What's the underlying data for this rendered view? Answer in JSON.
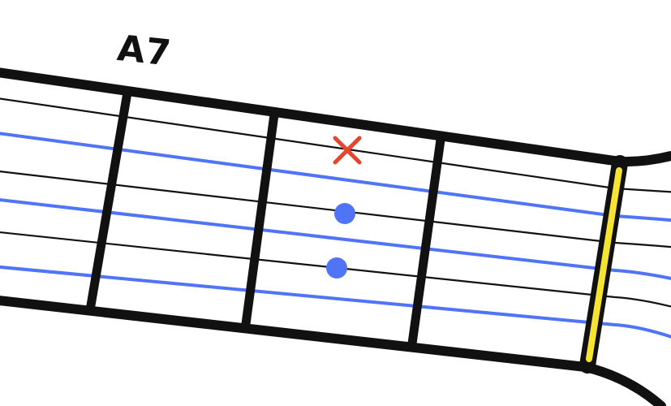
{
  "chord": {
    "name": "A7"
  },
  "colors": {
    "frame": "#111111",
    "black_string": "#111111",
    "blue_string": "#4f74f5",
    "dot": "#4f74f5",
    "mute_mark": "#e8432c",
    "nut_fill": "#f5e532",
    "background": "#ffffff"
  },
  "strings": [
    {
      "index": 1,
      "color_key": "black_string"
    },
    {
      "index": 2,
      "color_key": "blue_string"
    },
    {
      "index": 3,
      "color_key": "black_string"
    },
    {
      "index": 4,
      "color_key": "blue_string"
    },
    {
      "index": 5,
      "color_key": "black_string"
    },
    {
      "index": 6,
      "color_key": "blue_string"
    }
  ],
  "markers": [
    {
      "type": "mute",
      "string": 2,
      "fret": 2,
      "icon": "x-mark-icon"
    },
    {
      "type": "dot",
      "string": 4,
      "fret": 2,
      "icon": "finger-dot-icon"
    },
    {
      "type": "dot",
      "string": 5,
      "fret": 2,
      "icon": "finger-dot-icon"
    }
  ]
}
